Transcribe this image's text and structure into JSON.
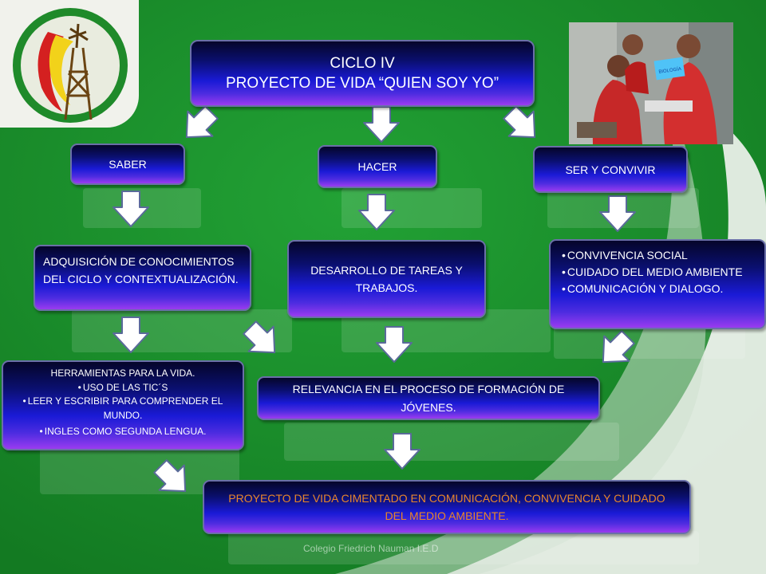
{
  "title": {
    "line1": "CICLO IV",
    "line2": "PROYECTO DE VIDA “QUIEN SOY YO”"
  },
  "pillars": {
    "saber": "SABER",
    "hacer": "HACER",
    "ser": "SER Y CONVIVIR"
  },
  "details": {
    "saber": "ADQUISICIÓN DE CONOCIMIENTOS DEL CICLO Y CONTEXTUALIZACIÓN.",
    "hacer": "DESARROLLO DE TAREAS Y TRABAJOS.",
    "ser_items": [
      "CONVIVENCIA SOCIAL",
      "CUIDADO DEL MEDIO AMBIENTE",
      "COMUNICACIÓN Y DIALOGO."
    ]
  },
  "tools": {
    "heading": "HERRAMIENTAS PARA LA VIDA.",
    "items": [
      "USO DE LAS TIC´S",
      "LEER Y ESCRIBIR PARA COMPRENDER EL MUNDO.",
      "INGLES COMO SEGUNDA LENGUA."
    ]
  },
  "relevance": {
    "line1": "RELEVANCIA EN EL PROCESO DE FORMACIÓN DE",
    "line2": "JÓVENES."
  },
  "final": {
    "text": "PROYECTO DE VIDA CIMENTADO EN COMUNICACIÓN, CONVIVENCIA Y CUIDADO DEL MEDIO AMBIENTE."
  },
  "photo_book_text": "BIOLOGÍA",
  "footer": "Colegio Friedrich Nauman I.E.D",
  "colors": {
    "background": "#1a8a2a",
    "box_top": "#05052a",
    "box_bottom": "#9a3bf0",
    "final_text": "#e8862a",
    "arrow_fill": "#ffffff",
    "arrow_stroke": "#5a6a9a"
  }
}
